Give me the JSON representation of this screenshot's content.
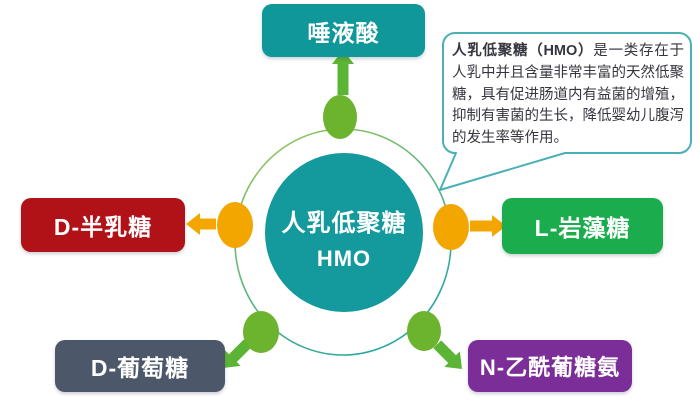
{
  "center_node": {
    "title": "人乳低聚糖",
    "subtitle": "HMO"
  },
  "nodes": {
    "top": {
      "label": "唾液酸",
      "color": "#0F9799"
    },
    "left": {
      "label": "D-半乳糖",
      "color": "#B01218"
    },
    "right": {
      "label": "L-岩藻糖",
      "color": "#1BAD4D"
    },
    "bottom_left": {
      "label": "D-葡萄糖",
      "color": "#4C5869"
    },
    "bottom_right": {
      "label": "N-乙酰葡糖氨",
      "color": "#7B2E98"
    }
  },
  "callout": {
    "lead_bold": "人乳低聚糖（HMO）",
    "body": "是一类存在于人乳中并且含量非常丰富的天然低聚糖，具有促进肠道内有益菌的增殖，抑制有害菌的生长，降低婴幼儿腹泻的发生率等作用。"
  },
  "colors": {
    "center_teal": "#14999D",
    "orange_connector": "#F4A600",
    "green_connector": "#6CB32E",
    "green_arrow": "#5CB434",
    "ring_green": "#9CC84F",
    "ring_teal": "#2AA6A4",
    "callout_border": "#4AB0B6",
    "callout_text": "#35363F"
  }
}
